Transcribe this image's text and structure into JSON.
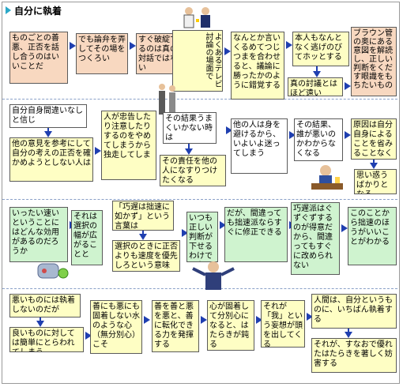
{
  "title": "自分に執着",
  "row1": {
    "b1": "ものごとの善悪、正否を話し合うのはいいことだ",
    "b2": "でも論弁を弄してその場をつくろい",
    "b3": "すぐ破綻するのは真の対話ではない",
    "b4": "よくあるテレビ討論の場面で",
    "b5": "なんとか言いくるめてつじつまを合わせると、議論に勝ったかのように錯覚する",
    "b6": "本人もなんとなく逃げのびてホッとする",
    "b7": "真の討議とはほど遠い",
    "b8": "ブラウン管の奥にある意図を解読し、正しい判断をくだす眼識をもちたいもの"
  },
  "row2": {
    "b1": "自分自身間違いなしと信じ",
    "b2": "他の意見を参考にして自分の考えの正否を確かめようとしない人は",
    "b3": "人が忠告したり注意したりするのをやめてしまうから独走してしま",
    "b4": "その結果うまくいかない時は",
    "b5": "その責任を他の人になすりつけたくなる",
    "b6": "他の人は身を避けるから、いよいよ迷ってしまう",
    "b7": "その結果、誰が悪いのかわからなくなる",
    "b8": "原因は自分自身によることを省みることなく",
    "b9": "思い惑うばかりとなる"
  },
  "row3": {
    "b1": "いったい速いということにはどんな効用があるのだろうか",
    "b2": "それは選択の幅が広がることと",
    "b3": "「巧遅は拙速に如かず」という言葉は",
    "b4": "選択のときに正否よりも速度を優先しろという意味",
    "b5": "いつも正しい判断が下せるわけではない",
    "b6": "だが、間違っても拙速派ならすぐに修正できる",
    "b7": "巧遅派はぐずぐずするのが得意だから、間違ってもすぐに改められない",
    "b8": "このことから拙速のほうがいいことがわかる"
  },
  "row4": {
    "b1": "悪いものには執着しないのだが",
    "b2": "良いものに対しては簡単にとらわれてしまう",
    "b3": "善にも悪にも固着しない水のような心（無分別心）こそ",
    "b4": "善を善と悪を悪と、善に転化できる力を発揮する",
    "b5": "心が固着して分別心になると、はたらきが鈍る",
    "b6": "それが「我」という妄想が頭を出してくる",
    "b7": "人間は、自分というものに、いちばん執着する",
    "b8": "それが、すなおで優れたはたらきを著しく妨害する"
  },
  "colors": {
    "peach": "#f8d8c0",
    "yellow": "#fefec4",
    "green": "#cff3cf",
    "arrow": "#1f3fb0",
    "title_marker": "#2aa8c8"
  },
  "icons": {
    "title_marker": "triangle-arrow-icon",
    "figure_row1": "two-people-talking-icon",
    "figure_row2a": "people-standing-icon",
    "figure_row2b": "man-at-desk-icon",
    "figure_row3a": "pills-icon",
    "figure_row3b": "shrugging-man-icon"
  }
}
